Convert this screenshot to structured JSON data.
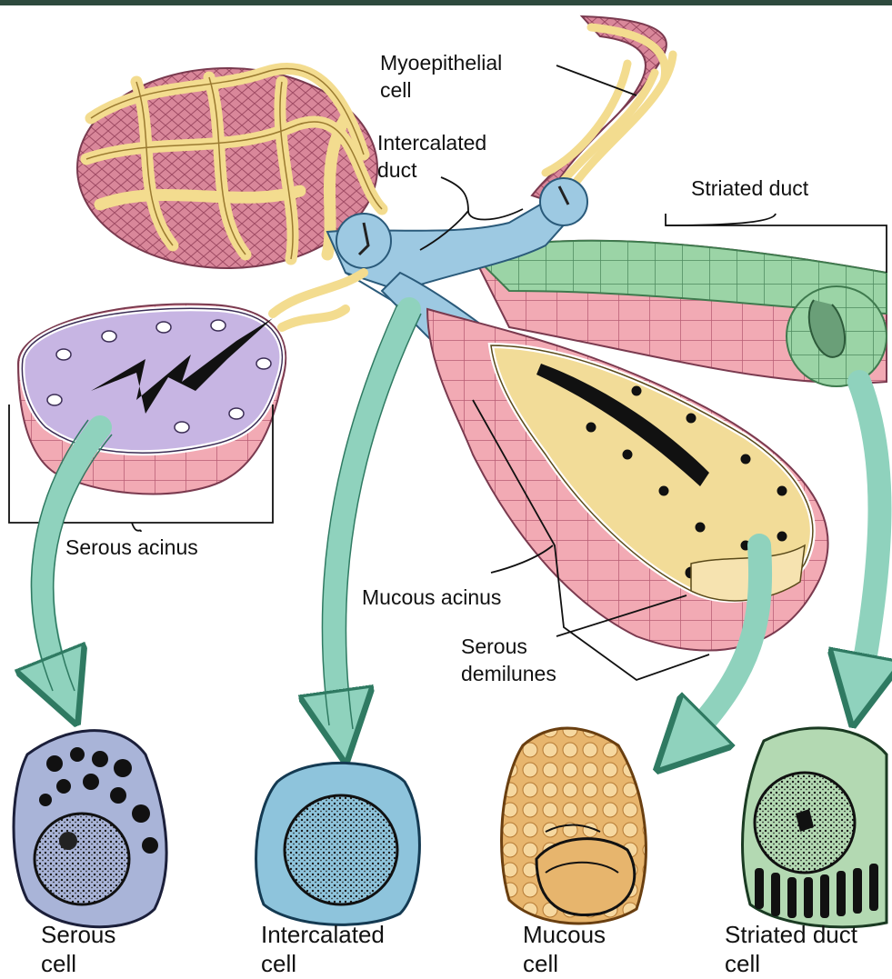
{
  "colors": {
    "top_bar": "#2e4a3e",
    "basement_pink": "#e79aa7",
    "myoepithelial_yellow": "#f3dc8f",
    "serous_purple": "#c7b5e3",
    "intercalated_blue": "#9dc9e2",
    "striated_green": "#8fcf9e",
    "mucous_yellow": "#f2dc98",
    "arrow_teal": "#8fd2bd",
    "serous_cell": "#a9b4d8",
    "intercalated_cell": "#8ec4dc",
    "mucous_cell": "#e7b56d",
    "striated_cell": "#b3d9b2"
  },
  "labels": {
    "myoepithelial_line1": "Myoepithelial",
    "myoepithelial_line2": "cell",
    "intercalated_duct_line1": "Intercalated",
    "intercalated_duct_line2": "duct",
    "striated_duct": "Striated duct",
    "serous_acinus": "Serous acinus",
    "mucous_acinus": "Mucous acinus",
    "serous_demilunes_line1": "Serous",
    "serous_demilunes_line2": "demilunes"
  },
  "cells": [
    {
      "name_line1": "Serous",
      "name_line2": "cell",
      "icon": "serous-cell-icon"
    },
    {
      "name_line1": "Intercalated",
      "name_line2": "cell",
      "icon": "intercalated-cell-icon"
    },
    {
      "name_line1": "Mucous",
      "name_line2": "cell",
      "icon": "mucous-cell-icon"
    },
    {
      "name_line1": "Striated duct",
      "name_line2": "cell",
      "icon": "striated-duct-cell-icon"
    }
  ]
}
